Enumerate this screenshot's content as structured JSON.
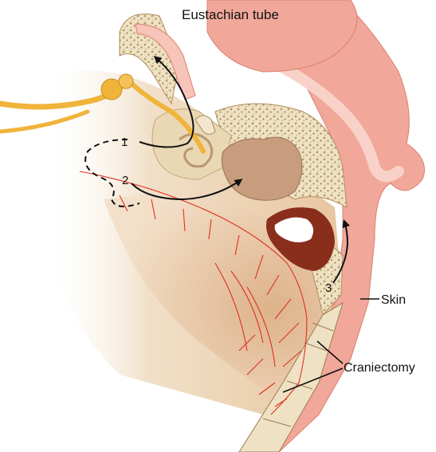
{
  "labels": {
    "top": "Eustachian tube",
    "skin": "Skin",
    "craniectomy": "Craniectomy"
  },
  "routes": [
    "1",
    "2",
    "3"
  ],
  "colors": {
    "bone": "#efe2c4",
    "bone_dots": "#b89a66",
    "skin": "#f1a79a",
    "skin_light": "#f8d2c8",
    "tissue": "#e8c9a2",
    "nerve": "#f0b43a",
    "vessel": "#e0301e",
    "arrow": "#111111"
  }
}
